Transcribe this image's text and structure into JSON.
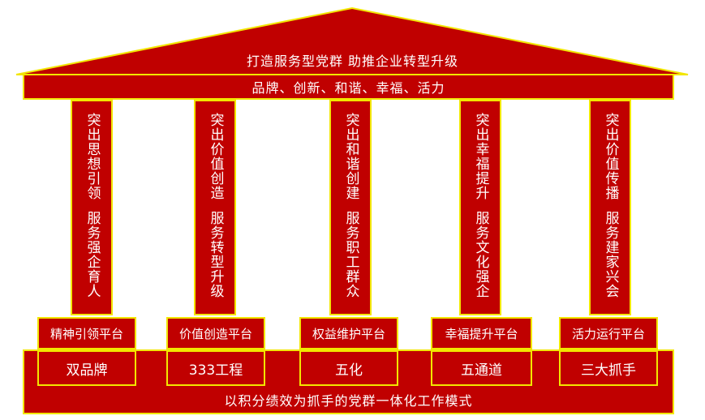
{
  "roof": {
    "title": "打造服务型党群  助推企业转型升级"
  },
  "beam": {
    "text": "品牌、创新、和谐、幸福、活力"
  },
  "pillars": [
    {
      "text": "突出思想引领  服务强企育人"
    },
    {
      "text": "突出价值创造  服务转型升级"
    },
    {
      "text": "突出和谐创建  服务职工群众"
    },
    {
      "text": "突出幸福提升  服务文化强企"
    },
    {
      "text": "突出价值传播  服务建家兴会"
    }
  ],
  "platforms": [
    {
      "label": "精神引领平台",
      "mode": "双品牌"
    },
    {
      "label": "价值创造平台",
      "mode": "333工程"
    },
    {
      "label": "权益维护平台",
      "mode": "五化"
    },
    {
      "label": "幸福提升平台",
      "mode": "五通道"
    },
    {
      "label": "活力运行平台",
      "mode": "三大抓手"
    }
  ],
  "base": {
    "caption": "以积分绩效为抓手的党群一体化工作模式"
  },
  "colors": {
    "fill": "#c00000",
    "border": "#f2e600",
    "text": "#ffffff"
  }
}
